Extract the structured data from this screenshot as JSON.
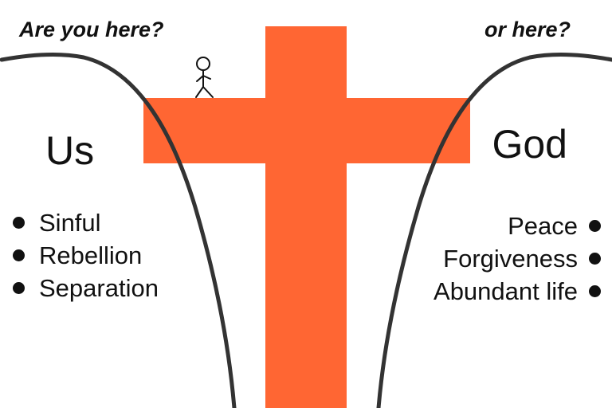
{
  "prompts": {
    "left": "Are you here?",
    "right": "or here?"
  },
  "us": {
    "title": "Us",
    "items": [
      "Sinful",
      "Rebellion",
      "Separation"
    ]
  },
  "god": {
    "title": "God",
    "items": [
      "Peace",
      "Forgiveness",
      "Abundant life"
    ]
  },
  "colors": {
    "cross": "#ff6633",
    "outline": "#333333",
    "text": "#111111"
  },
  "icons": {
    "figure": "stick-figure-icon",
    "bullet": "bullet-dot-icon"
  }
}
